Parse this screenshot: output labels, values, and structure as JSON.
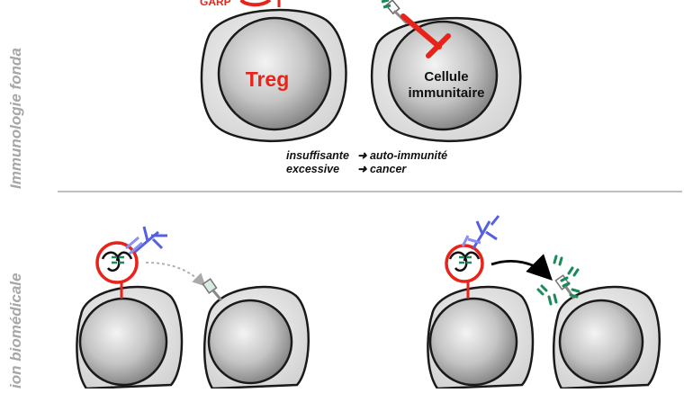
{
  "side_labels": {
    "top": "Immunologie fonda",
    "bottom": "ion biomédicale"
  },
  "cells": {
    "treg": "Treg",
    "immune_line1": "Cellule",
    "immune_line2": "immunitaire",
    "garp": "GARP"
  },
  "legend": {
    "row1_left": "insuffisante",
    "row1_right": "➜ auto-immunité",
    "row2_left": "excessive",
    "row2_right": "➜ cancer"
  },
  "colors": {
    "red": "#e8231a",
    "green": "#1a8a5a",
    "blue": "#5560e0",
    "gray_receptor": "#7a7a7a",
    "divider": "#999999"
  }
}
